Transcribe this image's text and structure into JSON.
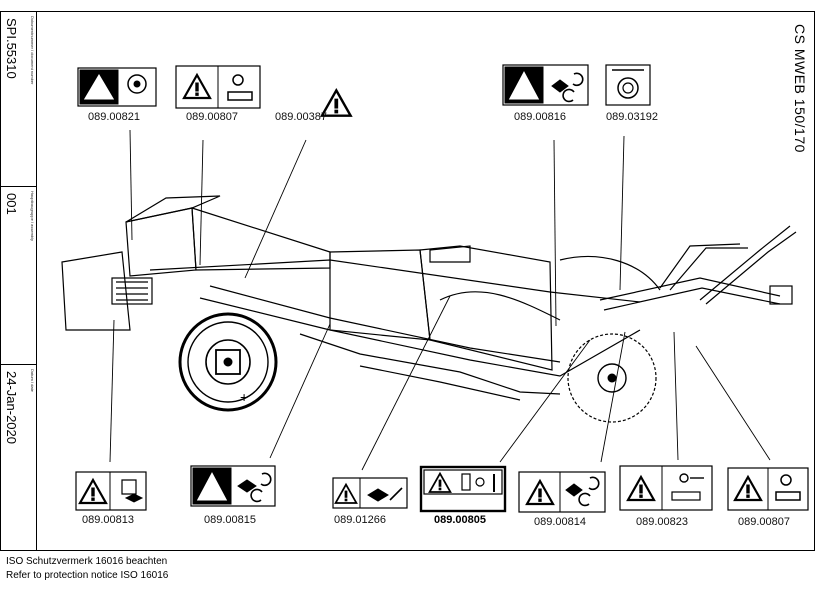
{
  "title": "CS MWEB 150/170",
  "sidebar": {
    "document_label": "Dokumentnummer / document number",
    "document_value": "SPI.55310",
    "assembly_label": "Hauptbaugruppe / assembly",
    "assembly_value": "001",
    "date_label": "Datum / date",
    "date_value": "24-Jan-2020"
  },
  "labels_top": [
    "089.00821",
    "089.00807",
    "089.00387",
    "089.00816",
    "089.03192"
  ],
  "labels_bottom": [
    "089.00813",
    "089.00815",
    "089.01266",
    "089.00805",
    "089.00814",
    "089.00823",
    "089.00807"
  ],
  "footer": {
    "line1": "ISO Schutzvermerk 16016 beachten",
    "line2": "Refer to protection notice ISO 16016"
  }
}
